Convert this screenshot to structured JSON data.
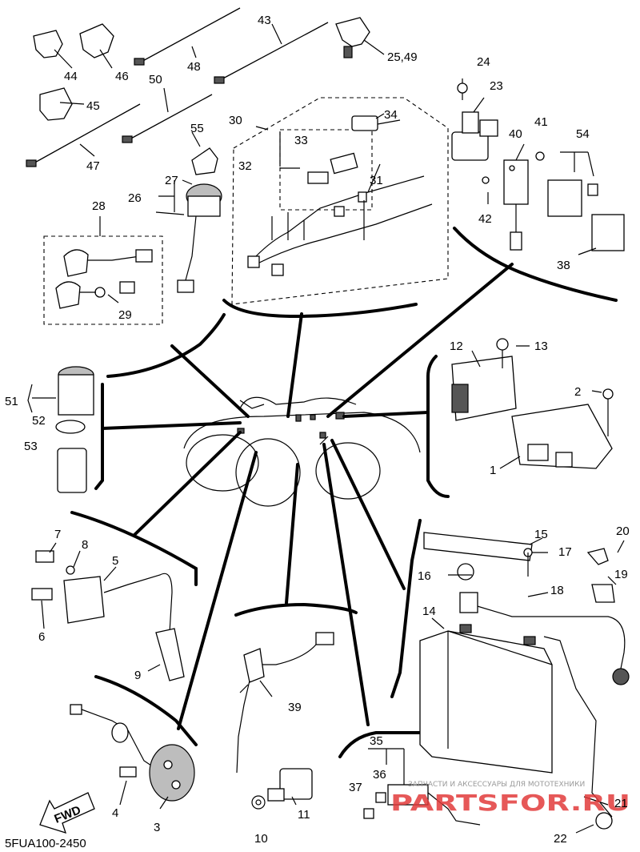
{
  "diagram": {
    "labels": {
      "l1": "1",
      "l2": "2",
      "l3": "3",
      "l4": "4",
      "l5": "5",
      "l6": "6",
      "l7": "7",
      "l8": "8",
      "l9": "9",
      "l10": "10",
      "l11": "11",
      "l12": "12",
      "l13": "13",
      "l14": "14",
      "l15": "15",
      "l16": "16",
      "l17": "17",
      "l18": "18",
      "l19": "19",
      "l20": "20",
      "l21": "21",
      "l22": "22",
      "l23": "23",
      "l24": "24",
      "l25_49": "25,49",
      "l26": "26",
      "l27": "27",
      "l28": "28",
      "l29": "29",
      "l30": "30",
      "l31": "31",
      "l32": "32",
      "l33": "33",
      "l34": "34",
      "l35": "35",
      "l36": "36",
      "l37": "37",
      "l38": "38",
      "l39": "39",
      "l40": "40",
      "l41": "41",
      "l42": "42",
      "l43": "43",
      "l44": "44",
      "l45": "45",
      "l46": "46",
      "l47": "47",
      "l48": "48",
      "l50": "50",
      "l51": "51",
      "l52": "52",
      "l53": "53",
      "l54": "54",
      "l55": "55"
    },
    "fwd_label": "FWD",
    "code": "5FUA100-2450",
    "watermark_text": "ЗАПЧАСТИ И АКСЕССУАРЫ ДЛЯ МОТОТЕХНИКИ",
    "watermark_logo": "PARTSFOR.RU"
  }
}
